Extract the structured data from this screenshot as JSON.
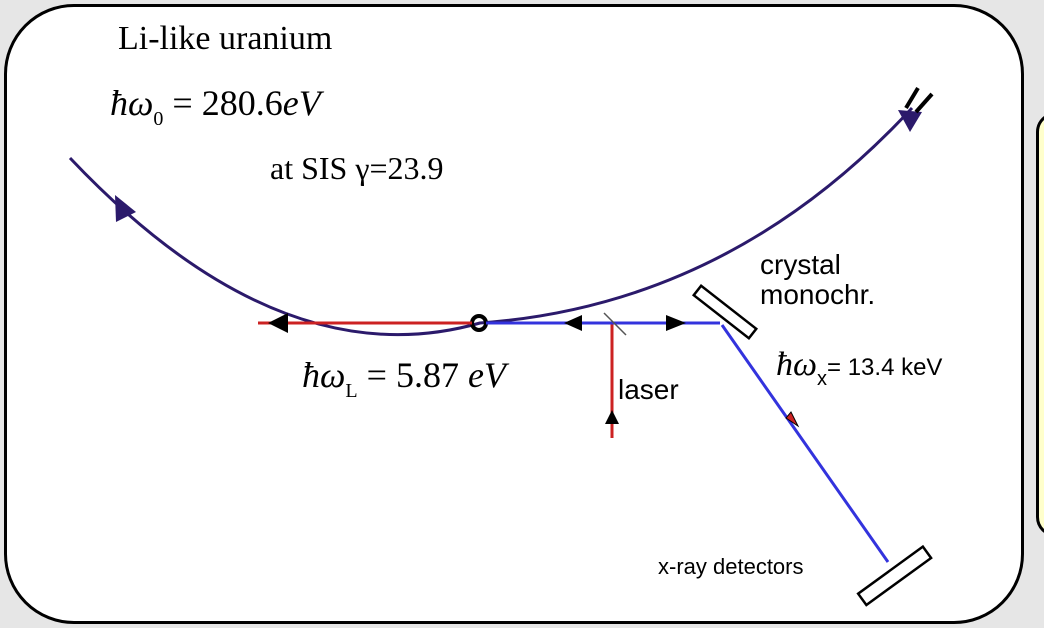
{
  "title": "Li-like uranium",
  "omega0": {
    "symbol": "ħω",
    "subscript": "0",
    "equals": "= 280.6",
    "unit": "eV"
  },
  "sis_label": "at SIS γ=23.9",
  "omegaL": {
    "symbol": "ħω",
    "subscript": "L",
    "equals": "= 5.87",
    "unit": "eV"
  },
  "laser_label": "laser",
  "crystal_label_1": "crystal",
  "crystal_label_2": "monochr.",
  "omegaX": {
    "symbol": "ħω",
    "subscript": "x",
    "value": "= 13.4 keV"
  },
  "detector_label": "x-ray detectors",
  "colors": {
    "ion_beam": "#2b1a6b",
    "laser_beam": "#cc2222",
    "xray_beam": "#3333dd",
    "note_panel": "#ffffcc"
  }
}
